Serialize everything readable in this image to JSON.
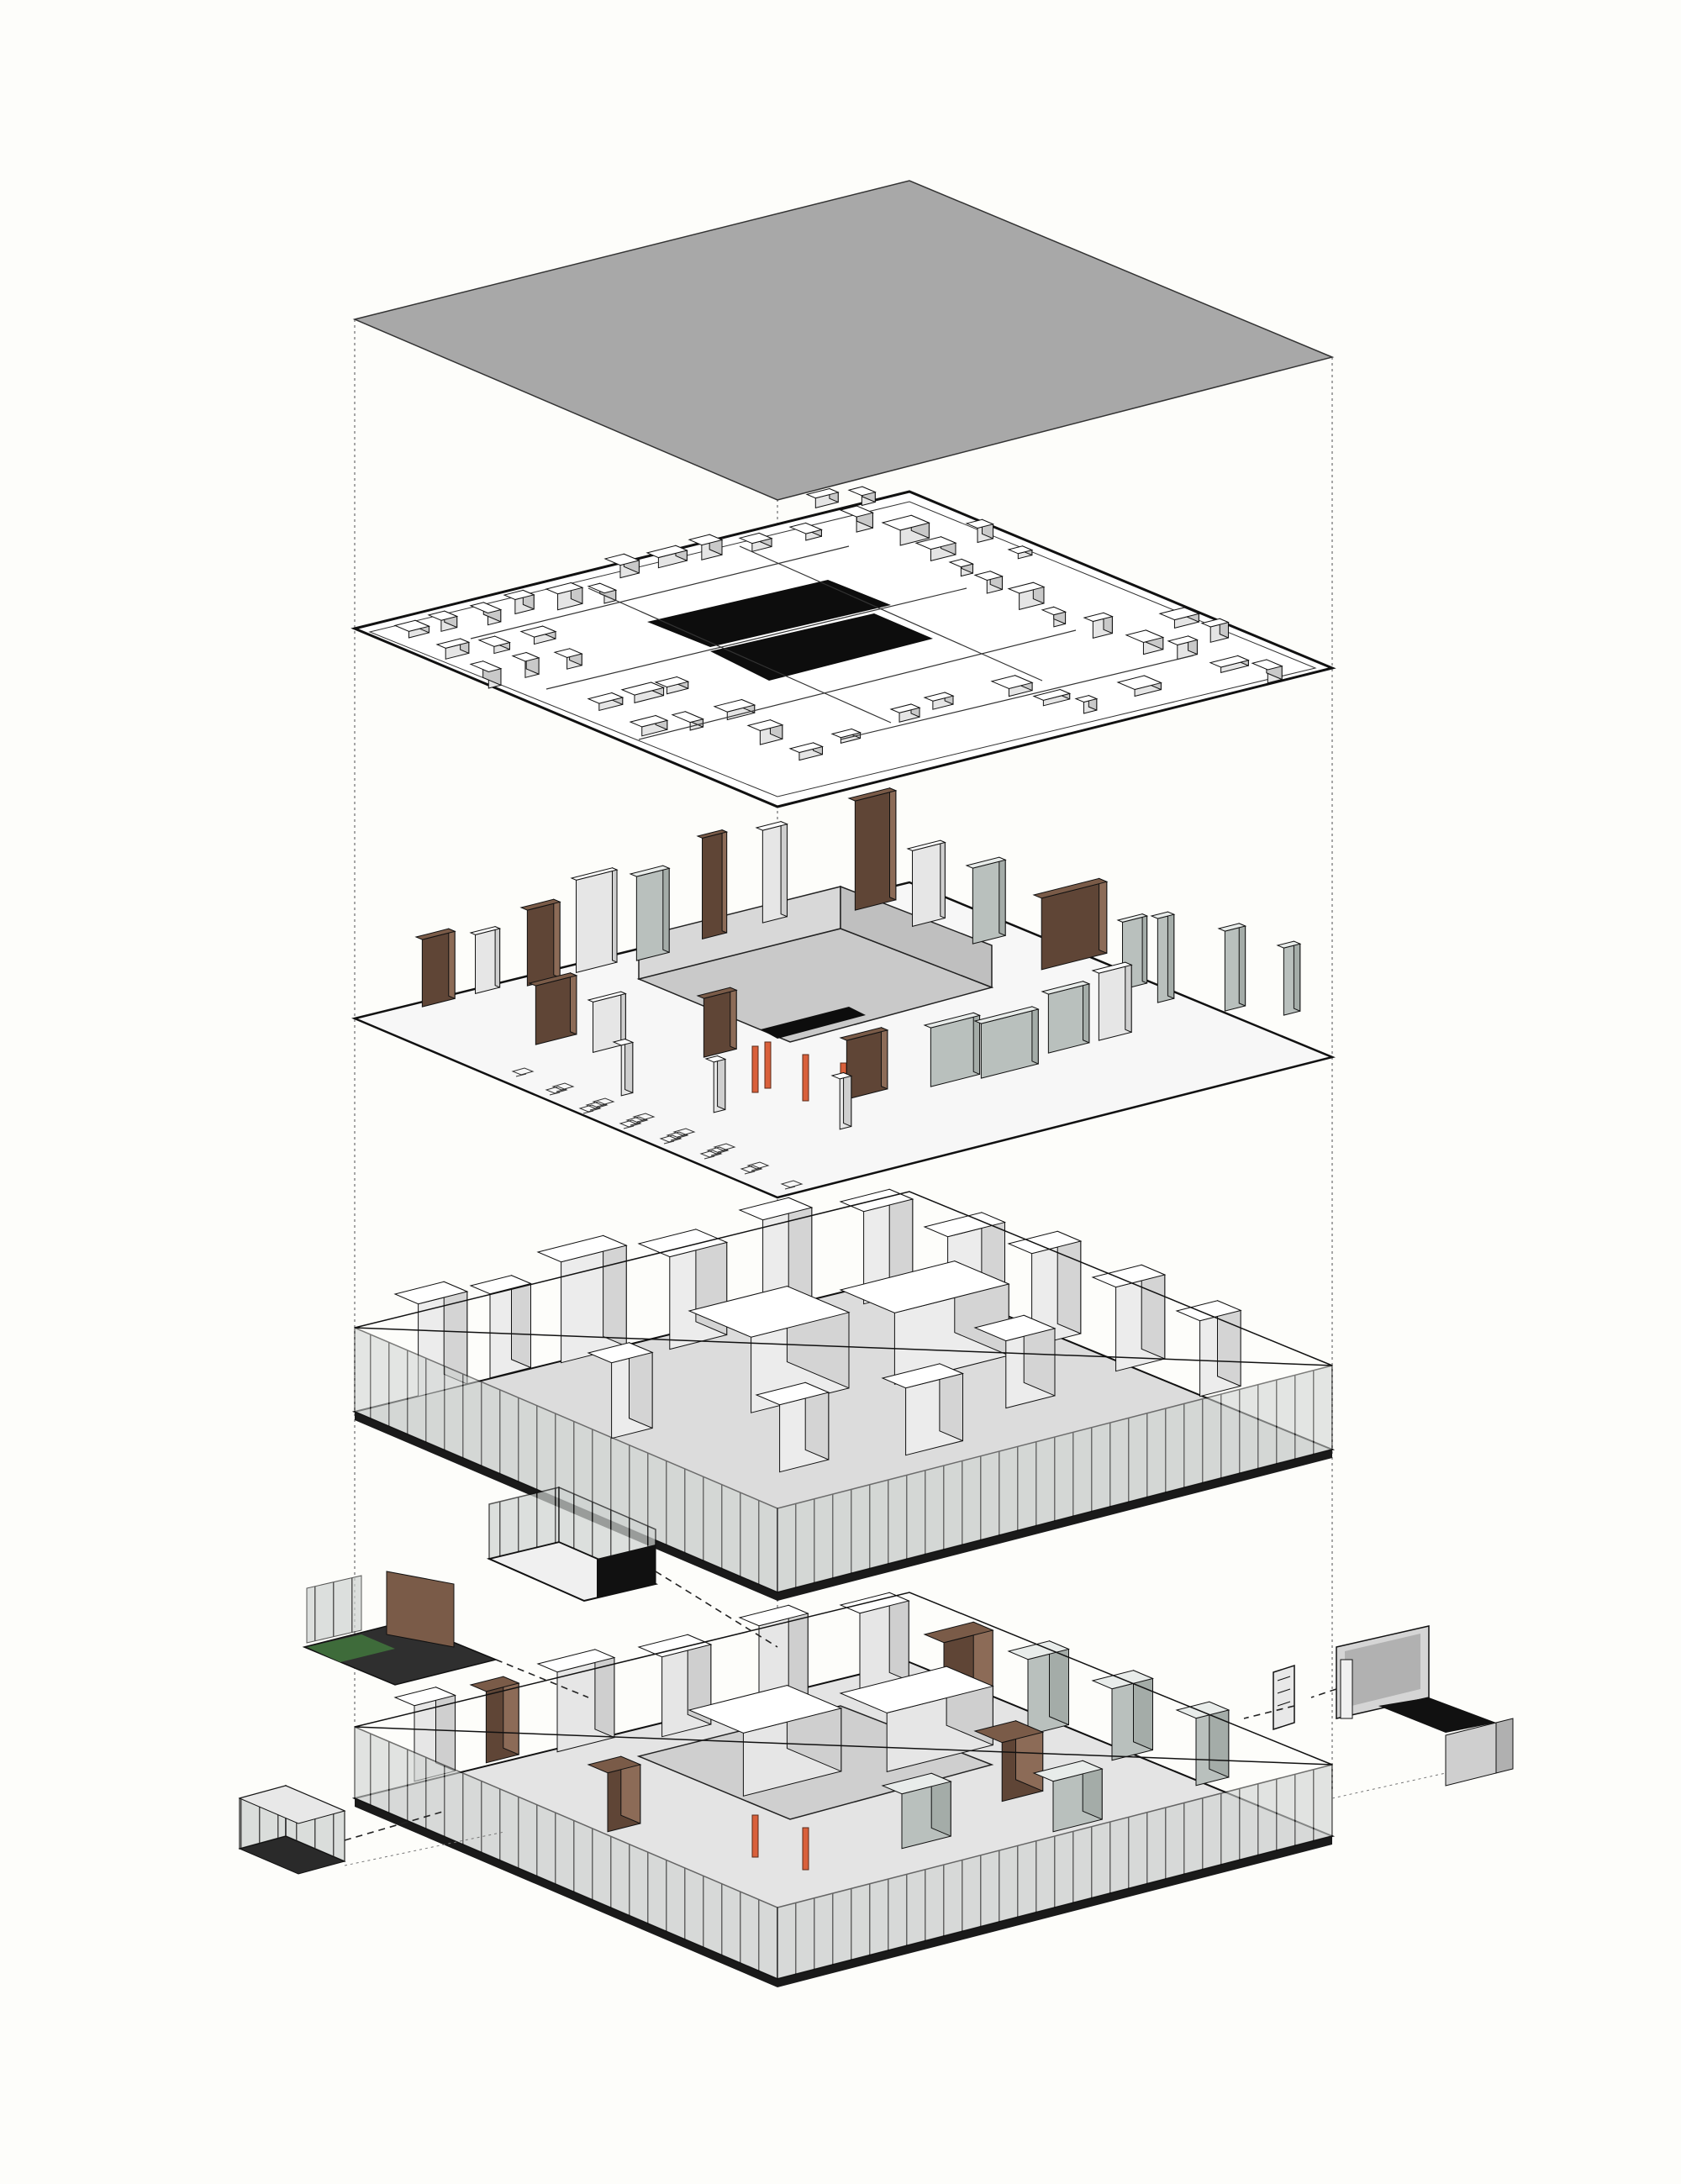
{
  "diagram": {
    "type": "exploded-axonometric",
    "background": "#fdfdfa",
    "layers": [
      {
        "id": "roof-slab",
        "color": "#a8a8a8"
      },
      {
        "id": "furniture-plan-layer"
      },
      {
        "id": "interior-fitout-layer"
      },
      {
        "id": "partition-walls-layer"
      },
      {
        "id": "assembled-floor-layer"
      }
    ],
    "exploded_modules": [
      {
        "id": "glass-pod-top"
      },
      {
        "id": "planter-module-left"
      },
      {
        "id": "glass-box-left"
      },
      {
        "id": "screen-panel-right"
      },
      {
        "id": "feature-wall-right"
      }
    ],
    "colors": {
      "line": "#1a1a1a",
      "glass": "#9aa39f",
      "wood": "#7a5b48",
      "accent": "#d9603b",
      "floor_dark": "#3a3a3a",
      "roof": "#a8a8a8"
    }
  }
}
